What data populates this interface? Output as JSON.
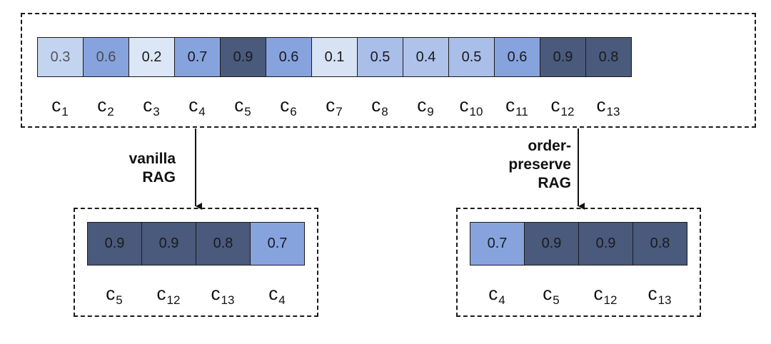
{
  "colors": {
    "shade_0_1": "#d7e2f4",
    "shade_0_2": "#dbe6f7",
    "shade_0_3": "#c3d4f1",
    "shade_0_4": "#aec2ea",
    "shade_0_5": "#a9bee9",
    "shade_0_6": "#86a3de",
    "shade_0_7": "#86a3de",
    "shade_0_8": "#4a5a7c",
    "shade_0_9": "#4a5a7c",
    "border": "#1a1a1a"
  },
  "top_chunks": [
    {
      "score": "0.3",
      "label": "c",
      "sub": "1",
      "shade": "shade_0_3",
      "text_color": "#555555"
    },
    {
      "score": "0.6",
      "label": "c",
      "sub": "2",
      "shade": "shade_0_6",
      "text_color": "#4a4a4a"
    },
    {
      "score": "0.2",
      "label": "c",
      "sub": "3",
      "shade": "shade_0_2",
      "text_color": "#1a1a1a"
    },
    {
      "score": "0.7",
      "label": "c",
      "sub": "4",
      "shade": "shade_0_7",
      "text_color": "#1a1a1a"
    },
    {
      "score": "0.9",
      "label": "c",
      "sub": "5",
      "shade": "shade_0_9",
      "text_color": "#1a1a1a"
    },
    {
      "score": "0.6",
      "label": "c",
      "sub": "6",
      "shade": "shade_0_6",
      "text_color": "#1a1a1a"
    },
    {
      "score": "0.1",
      "label": "c",
      "sub": "7",
      "shade": "shade_0_1",
      "text_color": "#1a1a1a"
    },
    {
      "score": "0.5",
      "label": "c",
      "sub": "8",
      "shade": "shade_0_5",
      "text_color": "#1a1a1a"
    },
    {
      "score": "0.4",
      "label": "c",
      "sub": "9",
      "shade": "shade_0_4",
      "text_color": "#1a1a1a"
    },
    {
      "score": "0.5",
      "label": "c",
      "sub": "10",
      "shade": "shade_0_5",
      "text_color": "#1a1a1a"
    },
    {
      "score": "0.6",
      "label": "c",
      "sub": "11",
      "shade": "shade_0_6",
      "text_color": "#1a1a1a"
    },
    {
      "score": "0.9",
      "label": "c",
      "sub": "12",
      "shade": "shade_0_9",
      "text_color": "#1a1a1a"
    },
    {
      "score": "0.8",
      "label": "c",
      "sub": "13",
      "shade": "shade_0_8",
      "text_color": "#1a1a1a"
    }
  ],
  "vanilla": {
    "label_line1": "vanilla",
    "label_line2": "RAG",
    "chunks": [
      {
        "score": "0.9",
        "label": "c",
        "sub": "5",
        "shade": "shade_0_9"
      },
      {
        "score": "0.9",
        "label": "c",
        "sub": "12",
        "shade": "shade_0_9"
      },
      {
        "score": "0.8",
        "label": "c",
        "sub": "13",
        "shade": "shade_0_8"
      },
      {
        "score": "0.7",
        "label": "c",
        "sub": "4",
        "shade": "shade_0_7"
      }
    ]
  },
  "order_preserve": {
    "label_line1": "order-",
    "label_line2": "preserve",
    "label_line3": "RAG",
    "chunks": [
      {
        "score": "0.7",
        "label": "c",
        "sub": "4",
        "shade": "shade_0_7"
      },
      {
        "score": "0.9",
        "label": "c",
        "sub": "5",
        "shade": "shade_0_9"
      },
      {
        "score": "0.9",
        "label": "c",
        "sub": "12",
        "shade": "shade_0_9"
      },
      {
        "score": "0.8",
        "label": "c",
        "sub": "13",
        "shade": "shade_0_8"
      }
    ]
  }
}
